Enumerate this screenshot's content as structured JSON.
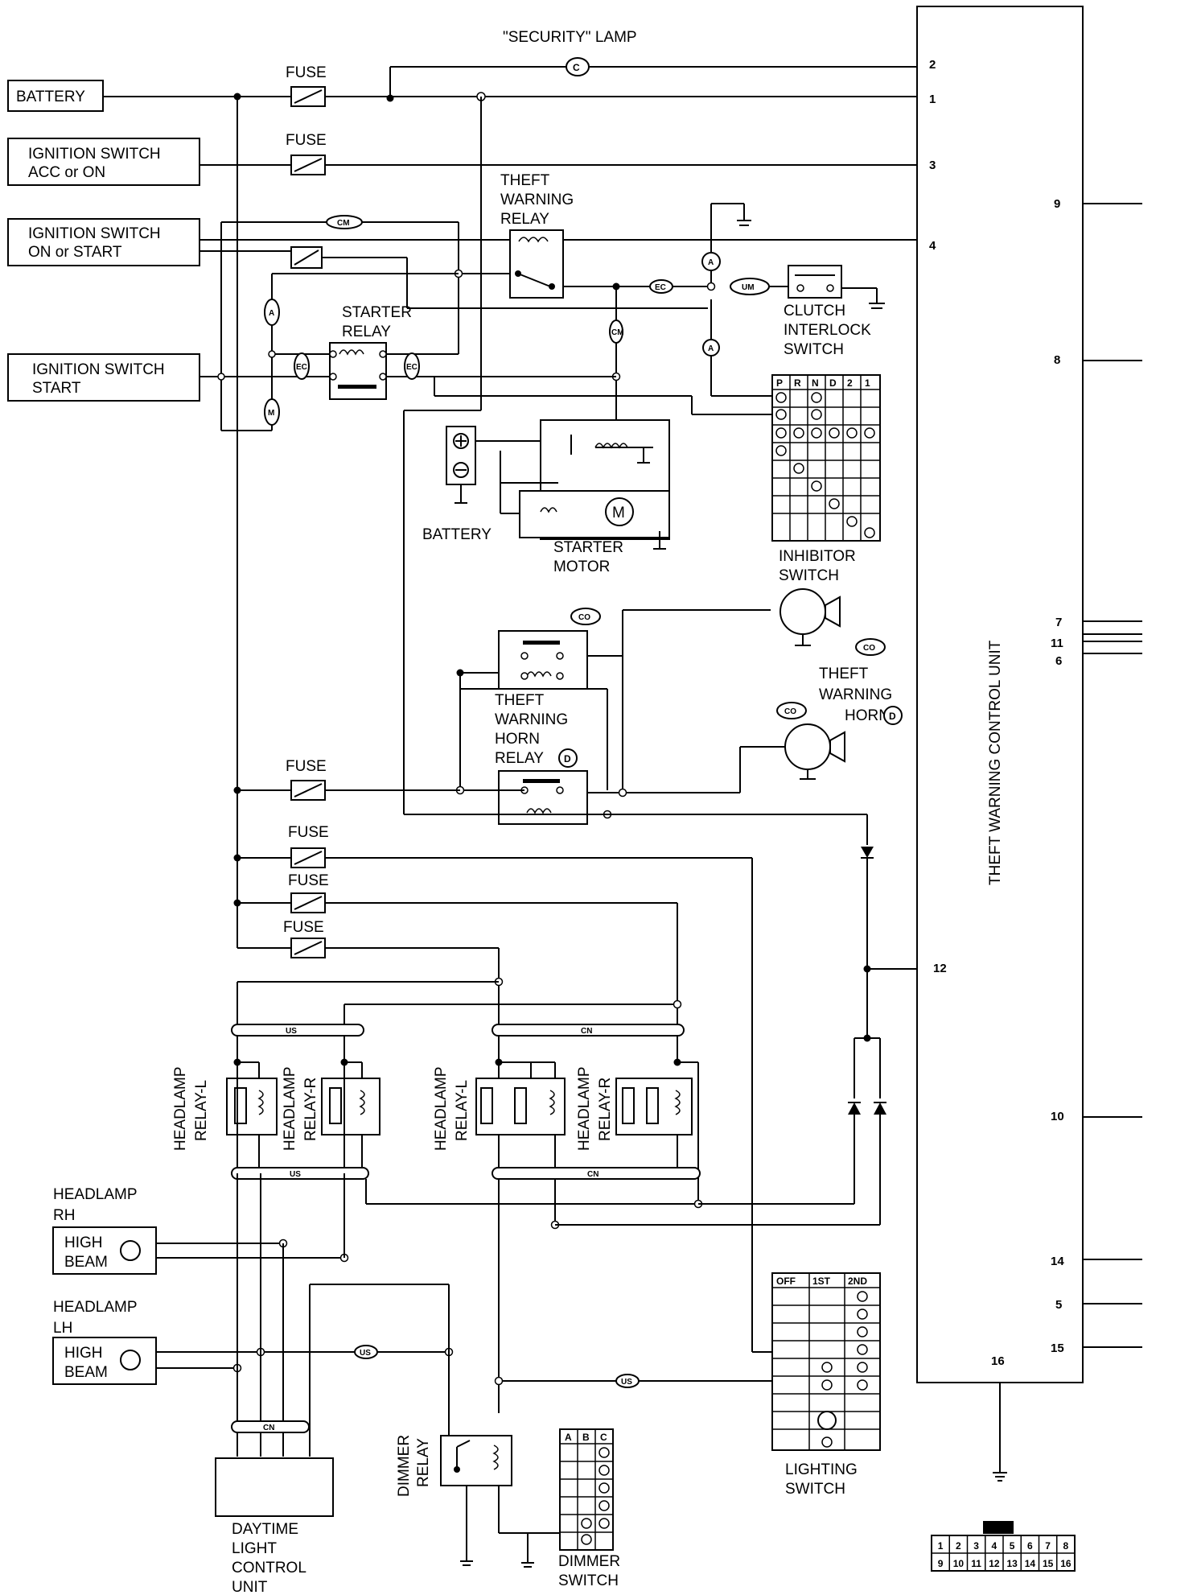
{
  "components": {
    "security_lamp": "\"SECURITY\" LAMP",
    "fuse": "FUSE",
    "battery": "BATTERY",
    "ign_acc": [
      "IGNITION SWITCH",
      "ACC or ON"
    ],
    "ign_on_start": [
      "IGNITION SWITCH",
      "ON or START"
    ],
    "ign_start": [
      "IGNITION SWITCH",
      "START"
    ],
    "theft_relay": [
      "THEFT",
      "WARNING",
      "RELAY"
    ],
    "starter_relay": [
      "STARTER",
      "RELAY"
    ],
    "clutch_switch": [
      "CLUTCH",
      "INTERLOCK",
      "SWITCH"
    ],
    "battery2": "BATTERY",
    "starter_motor": [
      "STARTER",
      "MOTOR"
    ],
    "inhibitor_switch": [
      "INHIBITOR",
      "SWITCH"
    ],
    "horn_relay": [
      "THEFT",
      "WARNING",
      "HORN",
      "RELAY"
    ],
    "horn": [
      "THEFT",
      "WARNING",
      "HORN"
    ],
    "control_unit": "THEFT WARNING CONTROL UNIT",
    "headlamp_relay_l": [
      "HEADLAMP",
      "RELAY-L"
    ],
    "headlamp_relay_r": [
      "HEADLAMP",
      "RELAY-R"
    ],
    "headlamp_rh": [
      "HEADLAMP",
      "RH"
    ],
    "headlamp_lh": [
      "HEADLAMP",
      "LH"
    ],
    "high_beam": [
      "HIGH",
      "BEAM"
    ],
    "daytime_unit": [
      "DAYTIME",
      "LIGHT",
      "CONTROL",
      "UNIT"
    ],
    "dimmer_relay": [
      "DIMMER",
      "RELAY"
    ],
    "dimmer_switch": [
      "DIMMER",
      "SWITCH"
    ],
    "lighting_switch": [
      "LIGHTING",
      "SWITCH"
    ]
  },
  "tags": {
    "cm": "CM",
    "ec": "EC",
    "um": "UM",
    "a": "A",
    "m": "M",
    "co": "CO",
    "d": "D",
    "us": "US",
    "cn": "CN"
  },
  "pins_left": [
    "2",
    "1",
    "3",
    "4",
    "12",
    "16"
  ],
  "pins_right": [
    "9",
    "8",
    "7",
    "11",
    "6",
    "10",
    "14",
    "5",
    "15"
  ],
  "inhibitor_header": [
    "P",
    "R",
    "N",
    "D",
    "2",
    "1"
  ],
  "dimmer_header": [
    "A",
    "B",
    "C"
  ],
  "lighting_header": [
    "OFF",
    "1ST",
    "2ND"
  ],
  "connector_top": [
    "1",
    "2",
    "3",
    "4",
    "5",
    "6",
    "7",
    "8"
  ],
  "connector_bottom": [
    "9",
    "10",
    "11",
    "12",
    "13",
    "14",
    "15",
    "16"
  ]
}
